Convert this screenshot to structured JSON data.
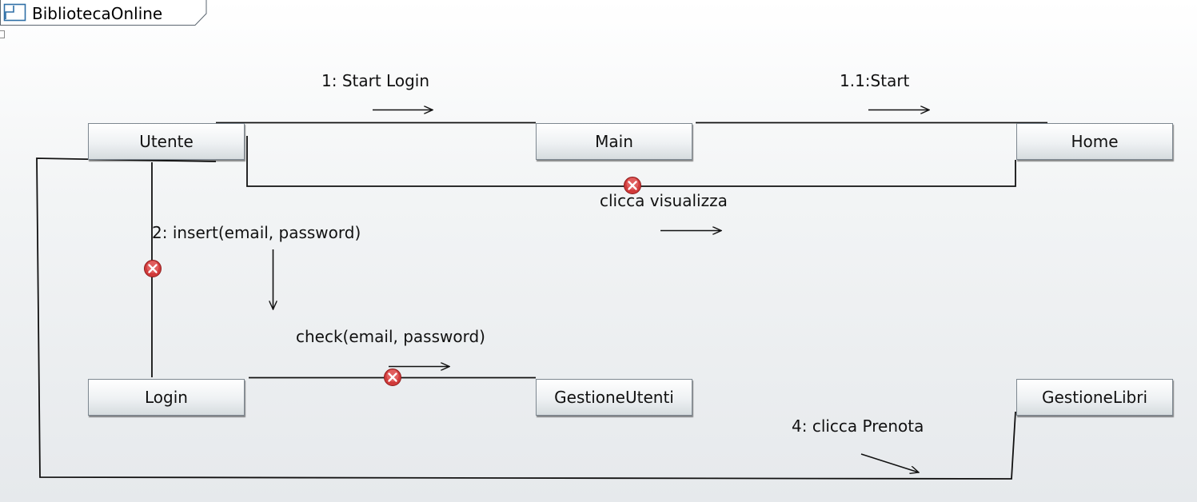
{
  "diagram": {
    "name": "BibliotecaOnline",
    "icon": "communication-diagram-icon"
  },
  "objects": {
    "utente": "Utente",
    "main": "Main",
    "home": "Home",
    "login": "Login",
    "gestione_utenti": "GestioneUtenti",
    "gestione_libri": "GestioneLibri"
  },
  "messages": {
    "start_login": "1: Start Login",
    "start": "1.1:Start",
    "clicca_visualizza": "clicca visualizza",
    "insert": "2: insert(email, password)",
    "check": "check(email, password)",
    "clicca_prenota": "4: clicca Prenota"
  },
  "colors": {
    "line": "#111111",
    "error_marker": "#d03a3a"
  }
}
